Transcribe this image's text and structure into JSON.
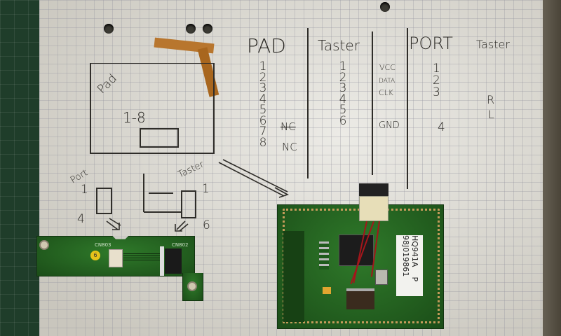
{
  "notes": {
    "pad_header": "PAD",
    "pad_pins": [
      "1",
      "2",
      "3",
      "4",
      "5",
      "6",
      "7",
      "8"
    ],
    "pad_nc": [
      "NC",
      "NC"
    ],
    "taster_header": "Taster",
    "taster_pins": [
      "1",
      "2",
      "3",
      "4",
      "5",
      "6"
    ],
    "signals": [
      "VCC",
      "DATA",
      "CLK",
      "GND"
    ],
    "port_header": "PORT",
    "port_pins": [
      "1",
      "2",
      "3",
      "4"
    ],
    "taster2_header": "Taster",
    "buttons": [
      "R",
      "L"
    ]
  },
  "sketch": {
    "pad_label": "Pad",
    "pad_range": "1-8",
    "port_label": "Port",
    "port_top": "1",
    "port_bottom": "4",
    "taster_label": "Taster",
    "taster_top": "1",
    "taster_bottom": "6"
  },
  "button_board": {
    "connector_left": "CN803",
    "connector_right": "CN802",
    "sticker": "6"
  },
  "touchpad_board": {
    "label_line1": "HQ941A",
    "label_suffix": "P",
    "label_line2": "98J019861"
  }
}
